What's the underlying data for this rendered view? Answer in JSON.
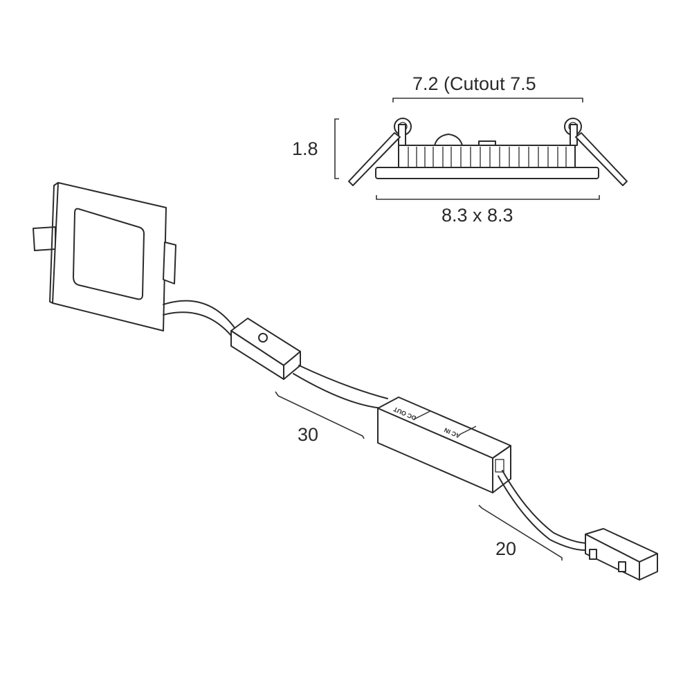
{
  "dimensions": {
    "cutout": "7.2 (Cutout 7.5",
    "height": "1.8",
    "outer": "8.3 x 8.3",
    "cable_driver": "30",
    "cable_plug": "20"
  },
  "driver": {
    "dc_label": "DC OUT",
    "ac_label": "AC IN"
  },
  "colors": {
    "line": "#2a2a2a",
    "background": "#ffffff"
  }
}
